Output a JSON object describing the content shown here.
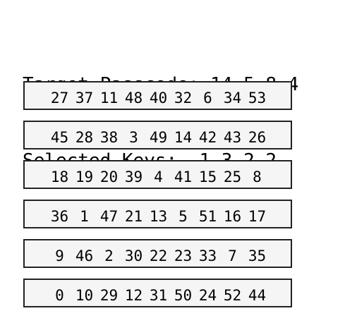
{
  "header": {
    "target_label": "Target Passcode:",
    "target_values": "14 5 8 4",
    "selected_label": "Selected Keys:",
    "selected_values": "1 3 2 2"
  },
  "keypad": {
    "rows": [
      [
        "27",
        "37",
        "11",
        "48",
        "40",
        "32",
        "6",
        "34",
        "53"
      ],
      [
        "45",
        "28",
        "38",
        "3",
        "49",
        "14",
        "42",
        "43",
        "26"
      ],
      [
        "18",
        "19",
        "20",
        "39",
        "4",
        "41",
        "15",
        "25",
        "8"
      ],
      [
        "36",
        "1",
        "47",
        "21",
        "13",
        "5",
        "51",
        "16",
        "17"
      ],
      [
        "9",
        "46",
        "2",
        "30",
        "22",
        "23",
        "33",
        "7",
        "35"
      ],
      [
        "0",
        "10",
        "29",
        "12",
        "31",
        "50",
        "24",
        "52",
        "44"
      ]
    ]
  }
}
